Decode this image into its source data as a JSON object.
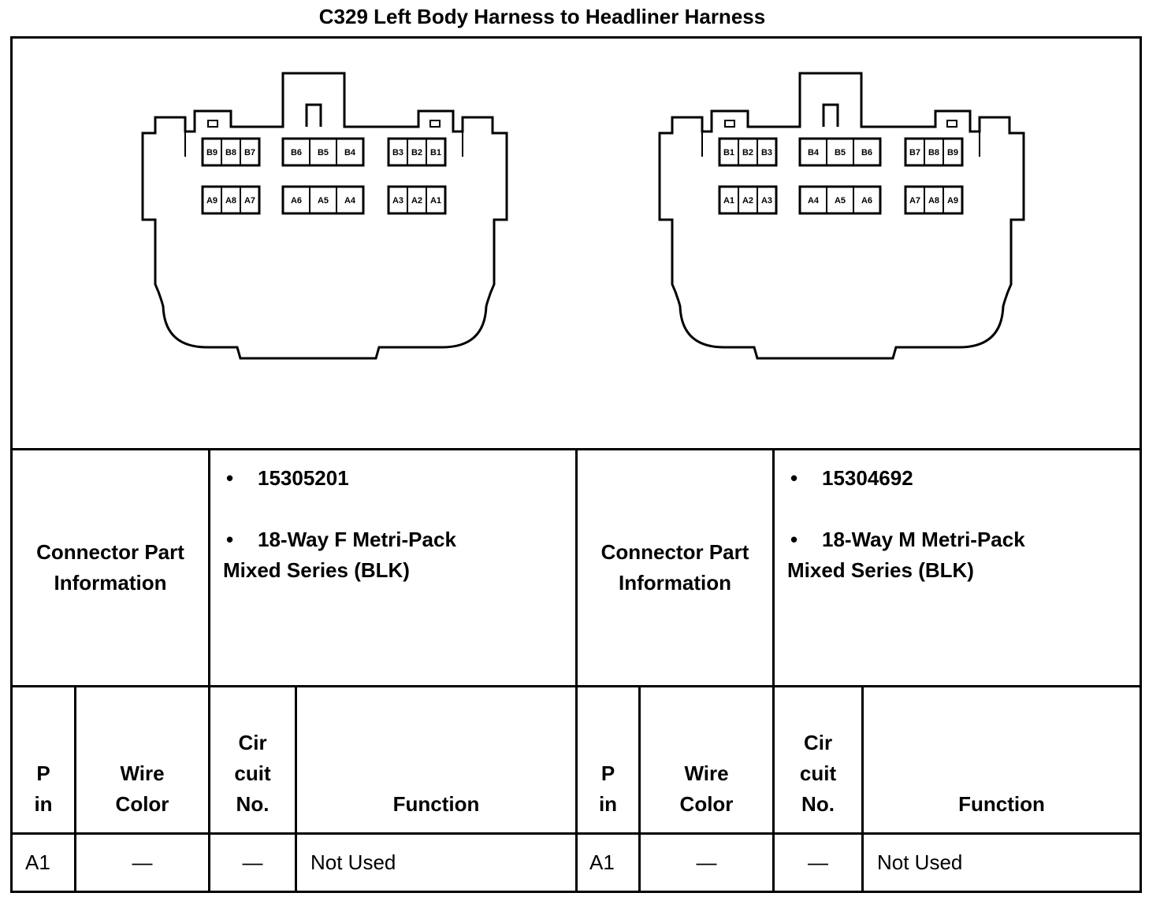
{
  "title": "C329 Left Body Harness to Headliner Harness",
  "connectors": [
    {
      "side": "left",
      "pins_b": [
        "B9",
        "B8",
        "B7",
        "B6",
        "B5",
        "B4",
        "B3",
        "B2",
        "B1"
      ],
      "pins_a": [
        "A9",
        "A8",
        "A7",
        "A6",
        "A5",
        "A4",
        "A3",
        "A2",
        "A1"
      ],
      "part_label": "Connector Part Information",
      "part_number": "15305201",
      "description_line1": "18-Way F Metri-Pack",
      "description_line2": "Mixed Series (BLK)"
    },
    {
      "side": "right",
      "pins_b": [
        "B1",
        "B2",
        "B3",
        "B4",
        "B5",
        "B6",
        "B7",
        "B8",
        "B9"
      ],
      "pins_a": [
        "A1",
        "A2",
        "A3",
        "A4",
        "A5",
        "A6",
        "A7",
        "A8",
        "A9"
      ],
      "part_label": "Connector Part Information",
      "part_number": "15304692",
      "description_line1": "18-Way M Metri-Pack",
      "description_line2": "Mixed Series (BLK)"
    }
  ],
  "bullet": "•",
  "table_headers": {
    "pin": "P in",
    "wire_color": "Wire Color",
    "circuit_no": "Cir cuit No.",
    "function": "Function"
  },
  "rows": [
    {
      "left": {
        "pin": "A1",
        "wire_color": "—",
        "circuit_no": "—",
        "function": "Not Used"
      },
      "right": {
        "pin": "A1",
        "wire_color": "—",
        "circuit_no": "—",
        "function": "Not Used"
      }
    }
  ]
}
